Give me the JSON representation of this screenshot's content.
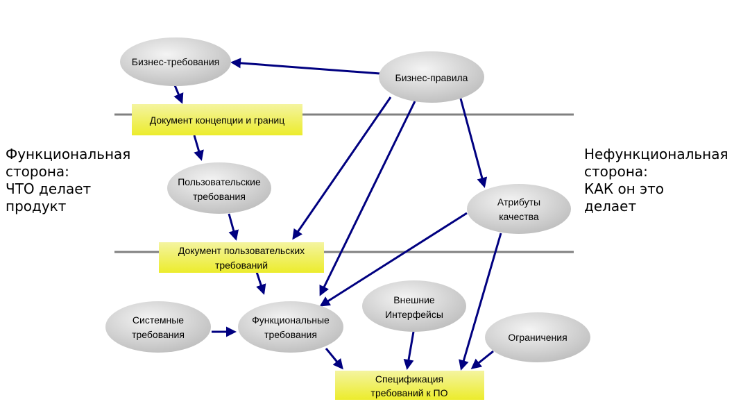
{
  "colors": {
    "arrow": "#000080",
    "separator": "#808080",
    "oval_light": "#f4f4f4",
    "oval_dark": "#bdbdbd",
    "doc_light": "#f4f4a0",
    "doc_dark": "#ecec2c"
  },
  "side_labels": {
    "left": [
      "Функциональная",
      "сторона:",
      "ЧТО делает",
      "продукт"
    ],
    "right": [
      "Нефункциональная",
      "сторона:",
      "КАК он это",
      "делает"
    ]
  },
  "nodes": {
    "business_requirements": {
      "lines": [
        "Бизнес-требования"
      ]
    },
    "business_rules": {
      "lines": [
        "Бизнес-правила"
      ]
    },
    "vision_scope_doc": {
      "lines": [
        "Документ концепции и границ"
      ]
    },
    "user_requirements": {
      "lines": [
        "Пользовательские",
        "требования"
      ]
    },
    "quality_attributes": {
      "lines": [
        "Атрибуты",
        "качества"
      ]
    },
    "user_requirements_doc": {
      "lines": [
        "Документ пользовательских",
        "требований"
      ]
    },
    "system_requirements": {
      "lines": [
        "Системные",
        "требования"
      ]
    },
    "functional_requirements": {
      "lines": [
        "Функциональные",
        "требования"
      ]
    },
    "external_interfaces": {
      "lines": [
        "Внешние",
        "Интерфейсы"
      ]
    },
    "constraints": {
      "lines": [
        "Ограничения"
      ]
    },
    "srs": {
      "lines": [
        "Спецификация",
        "требований к ПО"
      ]
    }
  }
}
